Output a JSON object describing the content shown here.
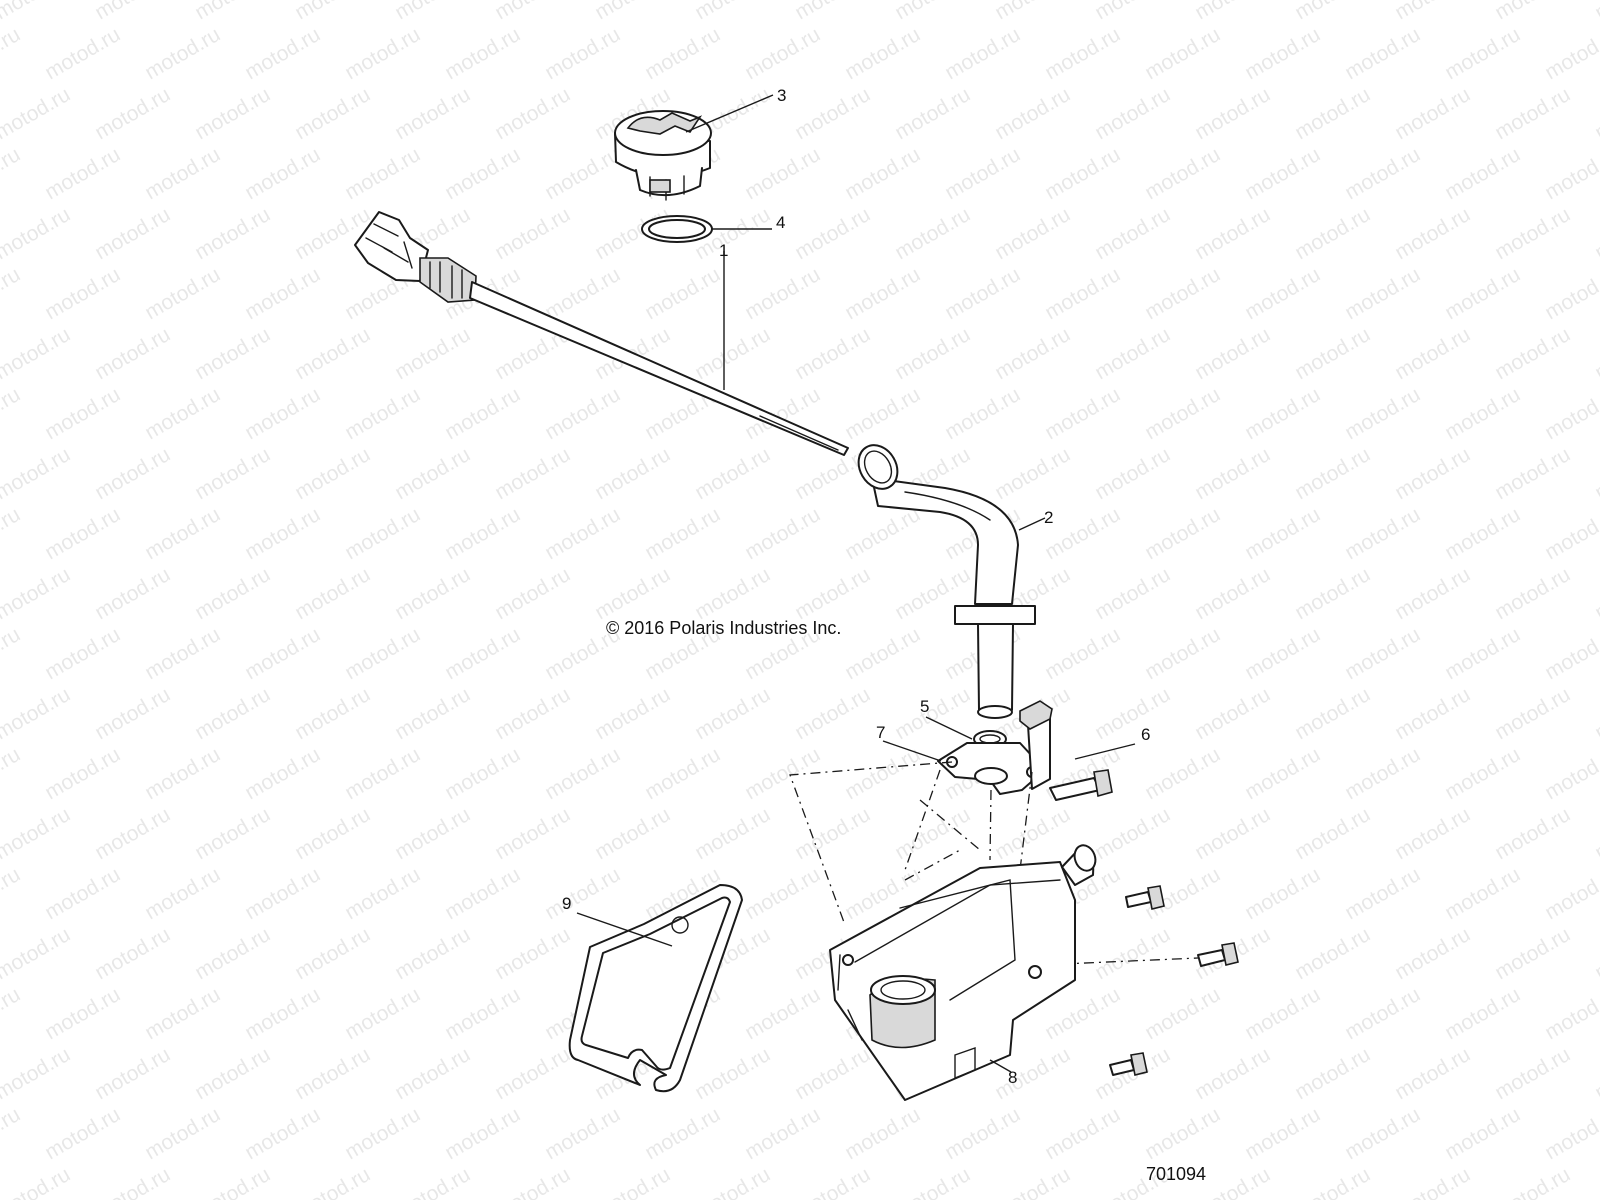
{
  "diagram": {
    "copyright": "© 2016 Polaris Industries Inc.",
    "drawing_number": "701094",
    "watermark": "motod.ru",
    "parts": [
      {
        "id": "dipstick",
        "callout": "1"
      },
      {
        "id": "fill-tube",
        "callout": "2"
      },
      {
        "id": "oil-cap",
        "callout": "3"
      },
      {
        "id": "cap-seal",
        "callout": "4"
      },
      {
        "id": "o-ring",
        "callout": "5"
      },
      {
        "id": "bolt",
        "callout": "6"
      },
      {
        "id": "flange-gasket",
        "callout": "7"
      },
      {
        "id": "oil-tank",
        "callout": "8"
      },
      {
        "id": "tank-gasket",
        "callout": "9"
      }
    ]
  }
}
